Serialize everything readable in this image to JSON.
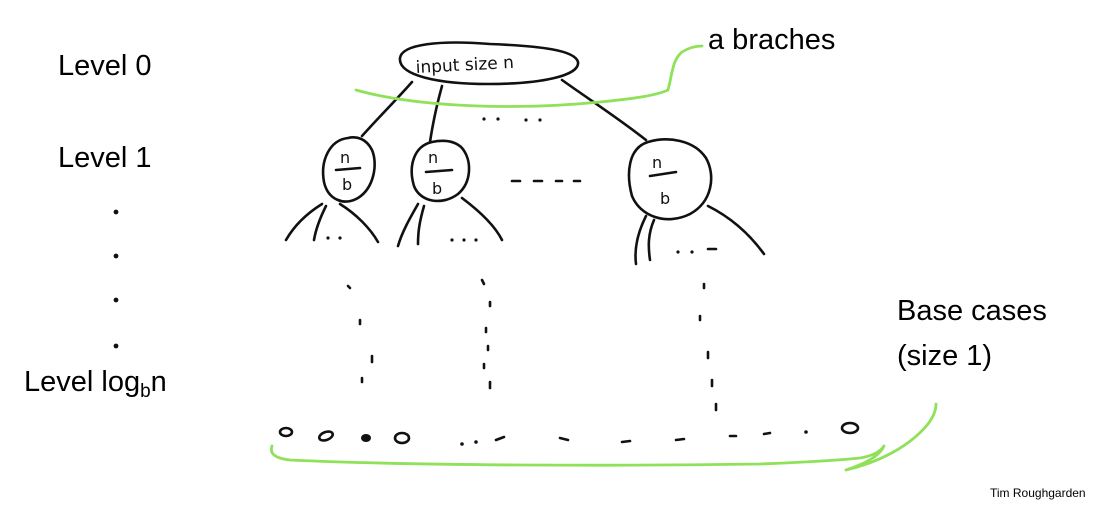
{
  "levels": {
    "level0": "Level 0",
    "level1": "Level 1",
    "levelLast": {
      "prefix": "Level log",
      "subscript": "b",
      "suffix": "n"
    }
  },
  "annotations": {
    "branches": "a braches",
    "base_line1": "Base cases",
    "base_line2": "(size 1)"
  },
  "handwriting": {
    "root": "input size n",
    "child_numerator": "n",
    "child_denominator": "b"
  },
  "credit": "Tim Roughgarden",
  "colors": {
    "ink": "#111111",
    "highlight": "#8fe15a"
  }
}
